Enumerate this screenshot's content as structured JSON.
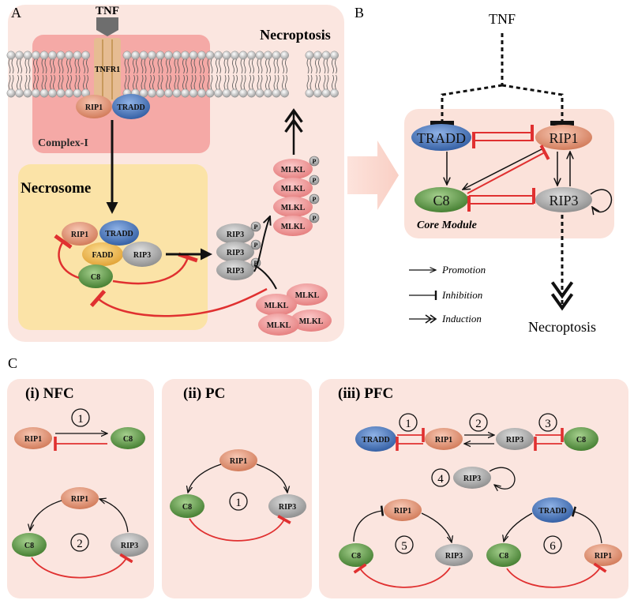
{
  "panel_a": {
    "letter": "A",
    "tnf": "TNF",
    "tnfr1": "TNFR1",
    "necroptosis": "Necroptosis",
    "complex1": "Complex-I",
    "necrosome": "Necrosome",
    "complex1_nodes": {
      "rip1": "RIP1",
      "tradd": "TRADD"
    },
    "necrosome_nodes": {
      "rip1": "RIP1",
      "tradd": "TRADD",
      "fadd": "FADD",
      "rip3": "RIP3",
      "c8": "C8"
    },
    "rip3_stack": [
      "RIP3",
      "RIP3",
      "RIP3"
    ],
    "mlkl_stack": [
      "MLKL",
      "MLKL",
      "MLKL",
      "MLKL"
    ],
    "mlkl_cluster": [
      "MLKL",
      "MLKL",
      "MLKL",
      "MLKL"
    ],
    "phospho": "P"
  },
  "panel_b": {
    "letter": "B",
    "tnf": "TNF",
    "nodes": {
      "tradd": "TRADD",
      "rip1": "RIP1",
      "c8": "C8",
      "rip3": "RIP3"
    },
    "module_label": "Core Module",
    "output": "Necroptosis",
    "legend": [
      "Promotion",
      "Inhibition",
      "Induction"
    ]
  },
  "panel_c": {
    "letter": "C",
    "nfc": {
      "title": "(i) NFC",
      "motif1": {
        "num": "1",
        "a": "RIP1",
        "b": "C8"
      },
      "motif2": {
        "num": "2",
        "top": "RIP1",
        "left": "C8",
        "right": "RIP3"
      }
    },
    "pc": {
      "title": "(ii) PC",
      "motif1": {
        "num": "1",
        "top": "RIP1",
        "left": "C8",
        "right": "RIP3"
      }
    },
    "pfc": {
      "title": "(iii) PFC",
      "chain": [
        "TRADD",
        "RIP1",
        "RIP3",
        "C8"
      ],
      "chain_nums": [
        "1",
        "2",
        "3"
      ],
      "motif4": {
        "num": "4",
        "node": "RIP3"
      },
      "motif5": {
        "num": "5",
        "top": "RIP1",
        "left": "C8",
        "right": "RIP3"
      },
      "motif6": {
        "num": "6",
        "top": "TRADD",
        "left": "C8",
        "right": "RIP1"
      }
    }
  },
  "colors": {
    "rip1": "#e0947a",
    "tradd": "#4a76b8",
    "c8": "#5f9448",
    "rip3": "#a8a8a8",
    "fadd": "#efb84d",
    "mlkl": "#f08f8f",
    "inhibit": "#e03030",
    "panel_bg": "#fbe5df",
    "complex1_bg": "#f4a2a0",
    "necrosome_bg": "#fbe3a7"
  }
}
